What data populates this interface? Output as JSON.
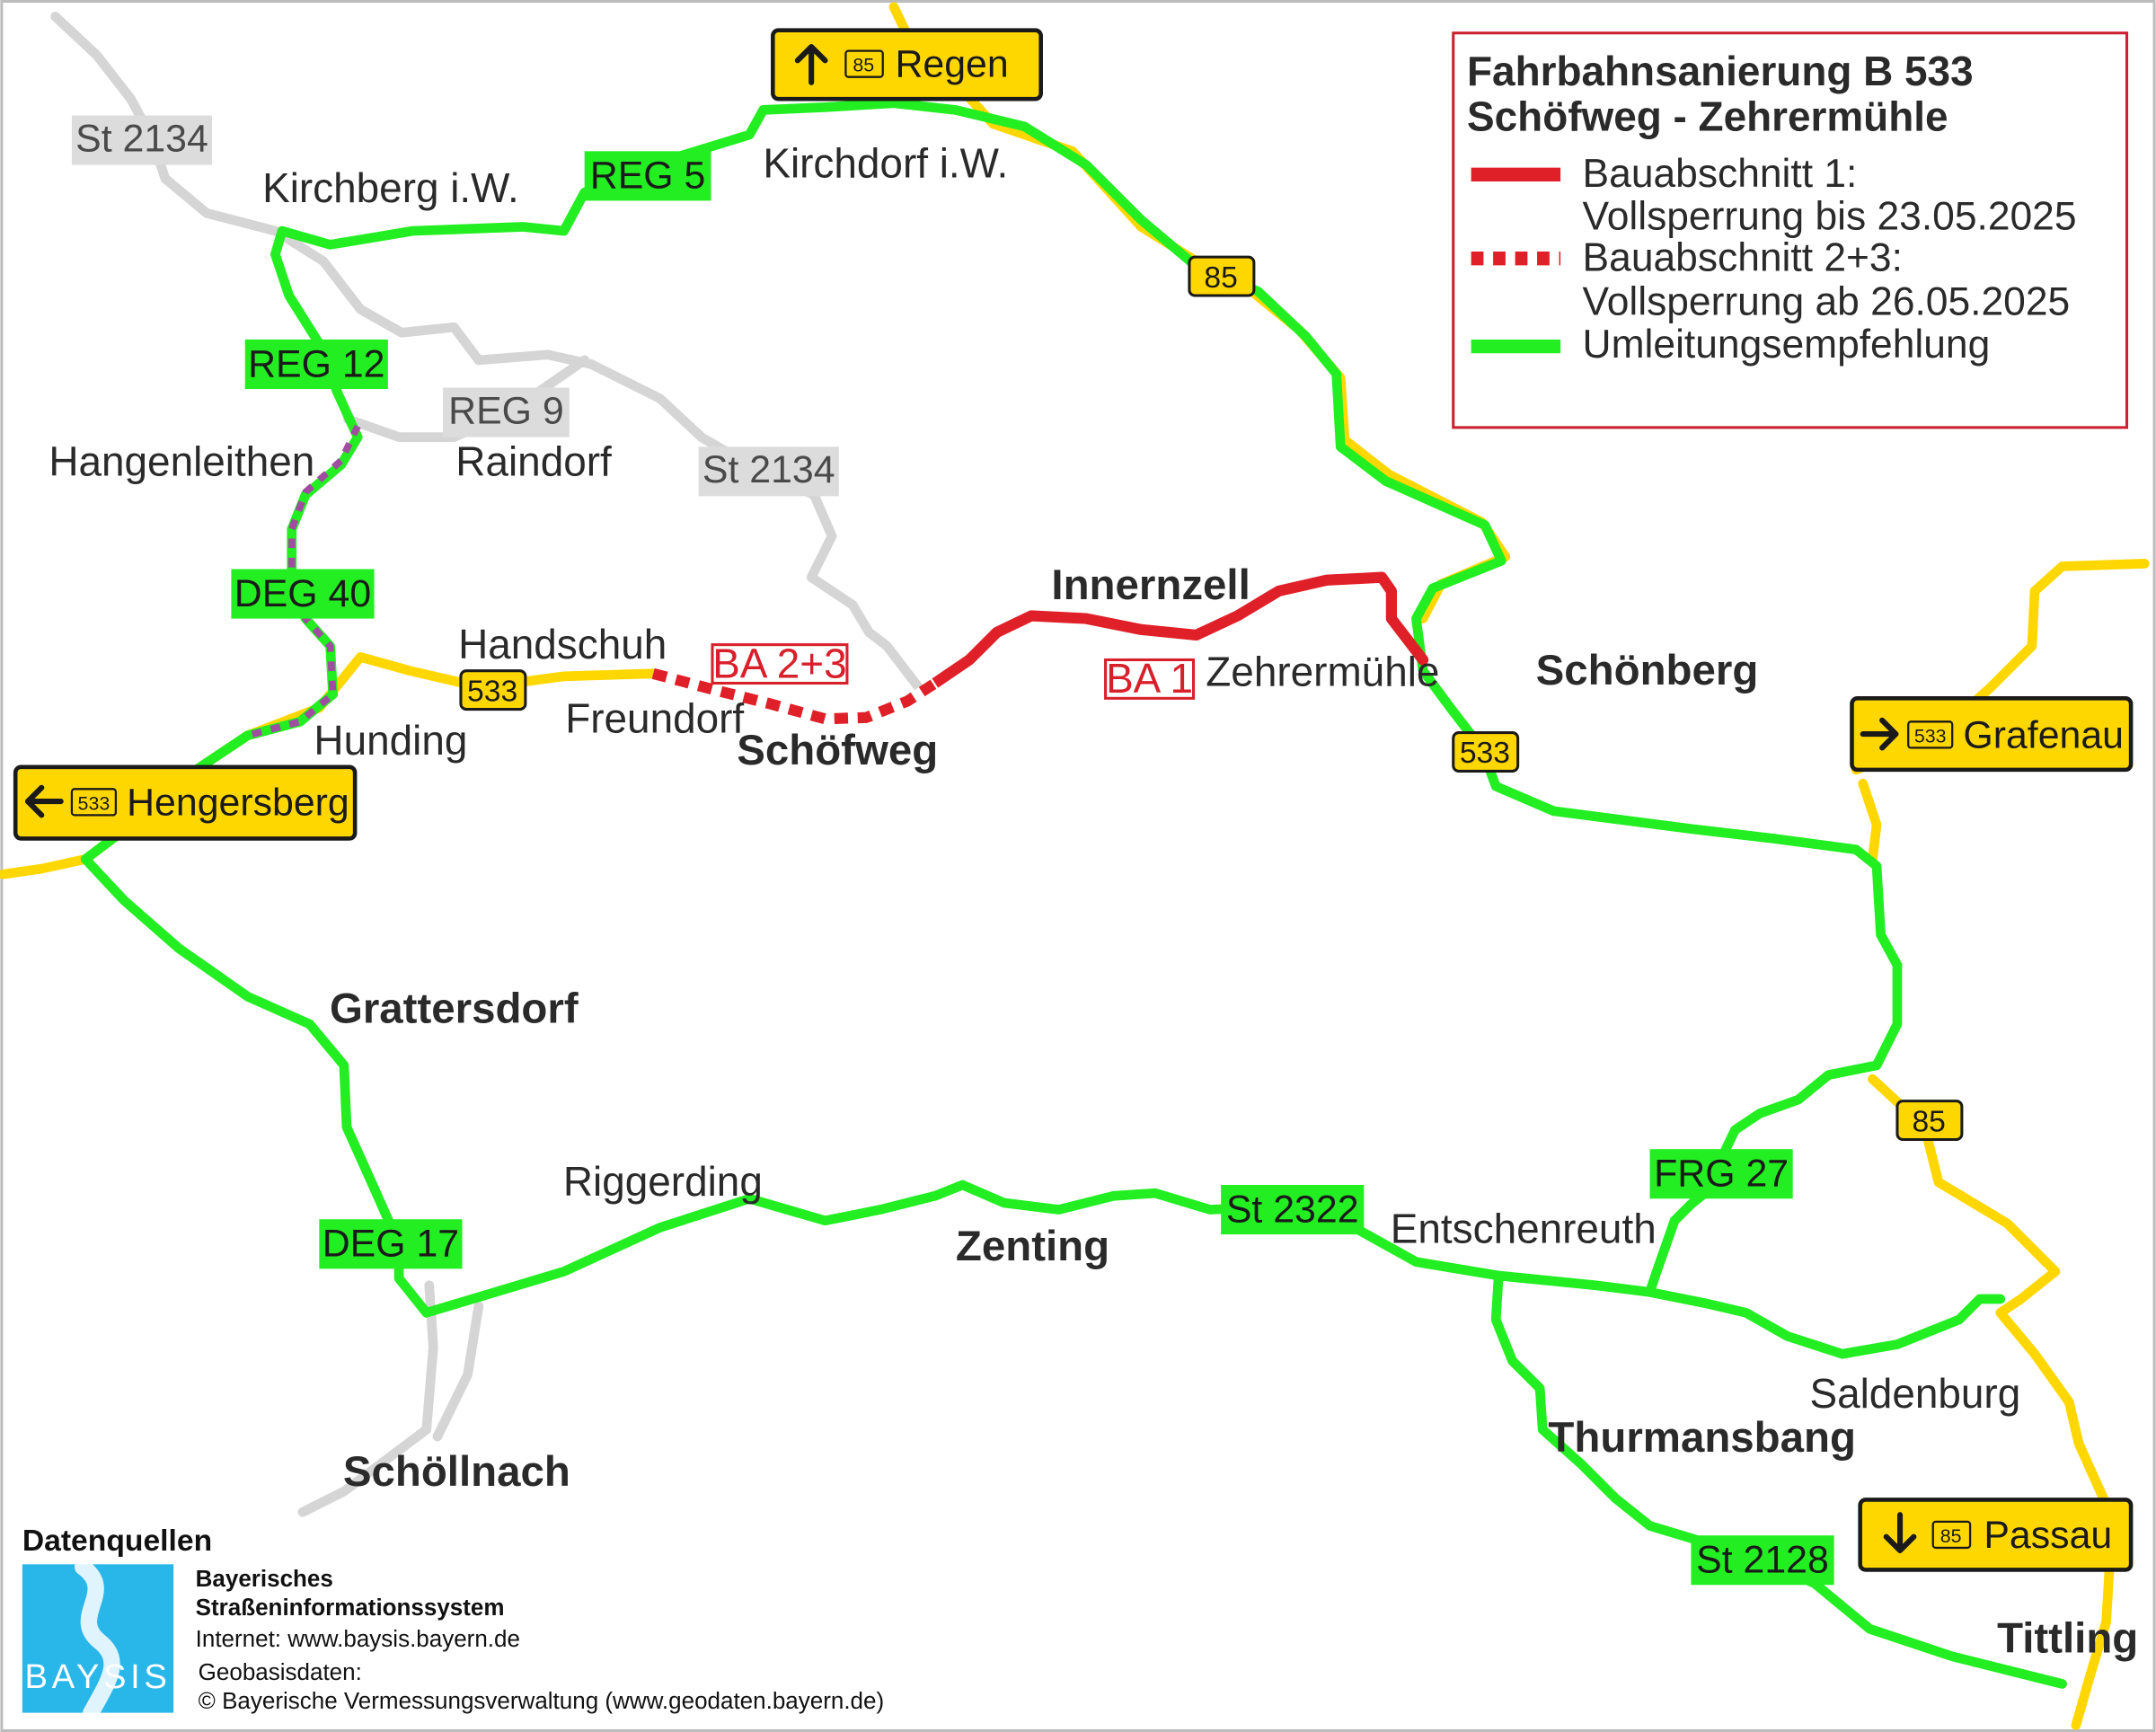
{
  "legend": {
    "title_line1": "Fahrbahnsanierung B 533",
    "title_line2": "Schöfweg - Zehrermühle",
    "items": [
      {
        "line1": "Bauabschnitt 1:",
        "line2": "Vollsperrung bis 23.05.2025",
        "style": "solid",
        "color": "#e02028"
      },
      {
        "line1": "Bauabschnitt 2+3:",
        "line2": "Vollsperrung ab 26.05.2025",
        "style": "dashed",
        "color": "#e02028"
      },
      {
        "line1": "Umleitungsempfehlung",
        "line2": "",
        "style": "solid",
        "color": "#22ee22"
      }
    ]
  },
  "signs": {
    "regen": {
      "arrow": "up-arrow-icon",
      "number": "85",
      "destination": "Regen"
    },
    "hengersberg": {
      "arrow": "left-arrow-icon",
      "number": "533",
      "destination": "Hengersberg"
    },
    "grafenau": {
      "arrow": "right-arrow-icon",
      "number": "533",
      "destination": "Grafenau"
    },
    "passau": {
      "arrow": "down-arrow-icon",
      "number": "85",
      "destination": "Passau"
    }
  },
  "places": {
    "kirchberg": "Kirchberg i.W.",
    "kirchdorf": "Kirchdorf i.W.",
    "hangenleithen": "Hangenleithen",
    "raindorf": "Raindorf",
    "handschuh": "Handschuh",
    "freundorf": "Freundorf",
    "hunding": "Hunding",
    "zehrermuehle": "Zehrermühle",
    "riggerding": "Riggerding",
    "entschenreuth": "Entschenreuth",
    "saldenburg": "Saldenburg",
    "innernzell": "Innernzell",
    "schoenberg": "Schönberg",
    "schoefweg": "Schöfweg",
    "grattersdorf": "Grattersdorf",
    "zenting": "Zenting",
    "thurmansbang": "Thurmansbang",
    "schoellnach": "Schöllnach",
    "tittling": "Tittling"
  },
  "road_labels": {
    "reg5": "REG 5",
    "reg12": "REG 12",
    "deg40": "DEG 40",
    "deg17": "DEG 17",
    "st2322": "St 2322",
    "frg27": "FRG 27",
    "st2128": "St 2128",
    "st2134_a": "St 2134",
    "st2134_b": "St 2134",
    "reg9": "REG 9",
    "b85_north": "85",
    "b85_south": "85",
    "b533_west": "533",
    "b533_east": "533"
  },
  "sections": {
    "ba23": "BA 2+3",
    "ba1": "BA 1"
  },
  "sources": {
    "title": "Datenquellen",
    "org_line1": "Bayerisches",
    "org_line2": "Straßeninformationssystem",
    "internet": "Internet: www.baysis.bayern.de",
    "geo_line1": "Geobasisdaten:",
    "geo_line2": "© Bayerische Vermessungsverwaltung (www.geodaten.bayern.de)",
    "logo_text": "BAYSIS"
  },
  "colors": {
    "closure": "#e02028",
    "detour": "#22ee22",
    "federal_road": "#ffd700",
    "minor_road": "#d5d5d5",
    "sign_yellow": "#ffd700",
    "logo_blue": "#29b6e8",
    "purple_dash": "#a04ca0"
  }
}
